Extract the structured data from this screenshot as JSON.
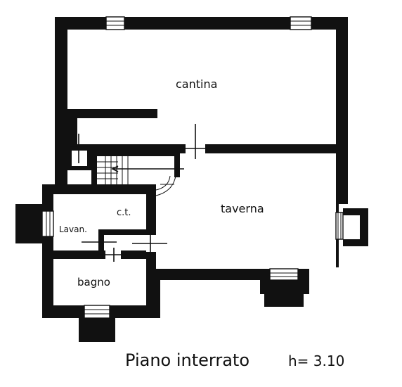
{
  "rooms": {
    "cantina": "cantina",
    "taverna": "taverna",
    "ct": "c.t.",
    "lavan": "Lavan.",
    "bagno": "bagno"
  },
  "caption": {
    "title": "Piano interrato",
    "height": "h= 3.10"
  }
}
